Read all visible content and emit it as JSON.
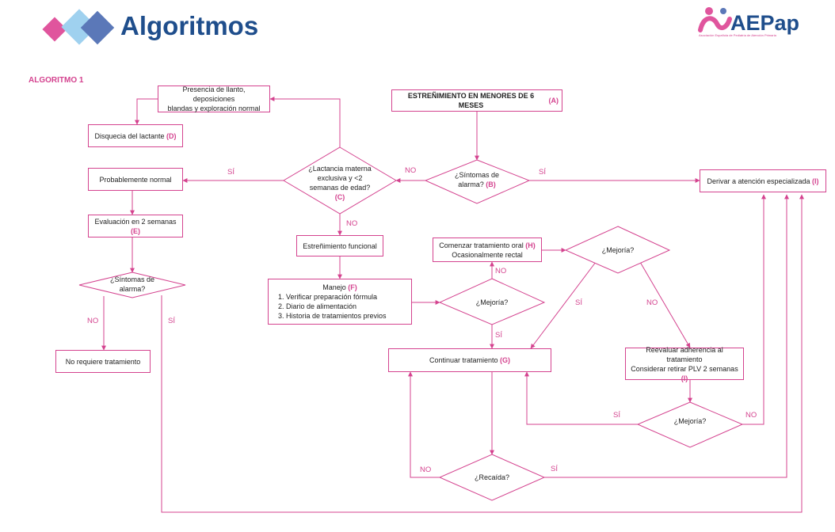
{
  "header": {
    "title": "Algoritmos",
    "algorithm_label": "ALGORITMO 1",
    "logo_text": "AEPap",
    "logo_subtitle": "Asociación Española de Pediatría de Atención Primaria"
  },
  "colors": {
    "accent": "#d4438f",
    "title_blue": "#1f4e8c",
    "text": "#222222"
  },
  "nodes": {
    "start": {
      "text": "ESTREÑIMIENTO EN MENORES DE 6 MESES",
      "ref": "(A)"
    },
    "sintomas1": {
      "line1": "¿Síntomas de",
      "line2": "alarma?",
      "ref": "(B)"
    },
    "derivar": {
      "text": "Derivar a atención especializada",
      "ref": "(I)"
    },
    "lactancia": {
      "line1": "¿Lactancia materna",
      "line2": "exclusiva y <2",
      "line3": "semanas de edad?",
      "ref": "(C)"
    },
    "presencia": {
      "line1": "Presencia de llanto, deposiciones",
      "line2": "blandas y exploración normal"
    },
    "disquecia": {
      "text": "Disquecia del lactante",
      "ref": "(D)"
    },
    "normal": {
      "text": "Probablemente normal"
    },
    "evaluacion": {
      "line1": "Evaluación en 2 semanas",
      "ref": "(E)"
    },
    "sintomas2": {
      "line1": "¿Síntomas de",
      "line2": "alarma?"
    },
    "no_tratamiento": {
      "text": "No requiere tratamiento"
    },
    "funcional": {
      "text": "Estreñimiento funcional"
    },
    "manejo": {
      "title": "Manejo",
      "ref": "(F)",
      "items": [
        "Verificar preparación fórmula",
        "Diario de alimentación",
        "Historia de tratamientos previos"
      ]
    },
    "mejoria1": {
      "text": "¿Mejoría?"
    },
    "oral": {
      "line1": "Comenzar tratamiento oral",
      "ref": "(H)",
      "line2": "Ocasionalmente rectal"
    },
    "mejoria2": {
      "text": "¿Mejoría?"
    },
    "continuar": {
      "text": "Continuar tratamiento",
      "ref": "(G)"
    },
    "reevaluar": {
      "line1": "Reevaluar adherencia al tratamiento",
      "line2": "Considerar retirar PLV 2 semanas",
      "ref": "(I)"
    },
    "mejoria3": {
      "text": "¿Mejoría?"
    },
    "recaida": {
      "text": "¿Recaída?"
    }
  },
  "labels": {
    "no_lactancia_sintomas": "NO",
    "si_sintomas_derivar": "SÍ",
    "si_lactancia_normal": "SÍ",
    "no_lactancia_funcional": "NO",
    "no_sintomas2": "NO",
    "si_sintomas2": "SÍ",
    "no_mejoria1": "NO",
    "si_mejoria1": "SÍ",
    "si_mejoria2": "SÍ",
    "no_mejoria2": "NO",
    "si_mejoria3": "SÍ",
    "no_mejoria3": "NO",
    "no_recaida": "NO",
    "si_recaida": "SÍ"
  }
}
